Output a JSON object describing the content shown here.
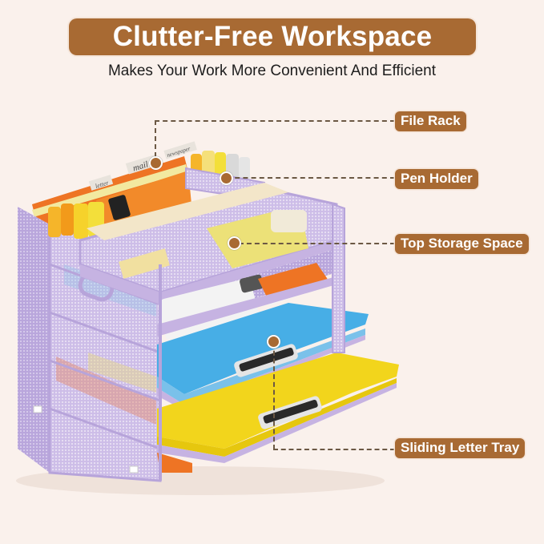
{
  "header": {
    "title": "Clutter-Free Workspace",
    "subtitle": "Makes Your Work More Convenient And Efficient"
  },
  "callouts": [
    {
      "label": "File Rack"
    },
    {
      "label": "Pen Holder"
    },
    {
      "label": "Top Storage Space"
    },
    {
      "label": "Sliding Letter Tray"
    }
  ],
  "product": {
    "name": "mesh desk file organizer",
    "file_tabs": [
      "letter",
      "mail",
      "newspaper"
    ],
    "frame_color": "#c9b8e6",
    "tray_colors": [
      "#47aee6",
      "#f2d51c",
      "#ee7424"
    ]
  },
  "colors": {
    "background": "#faf1ec",
    "accent": "#a86a33",
    "dash": "#6b5844"
  }
}
